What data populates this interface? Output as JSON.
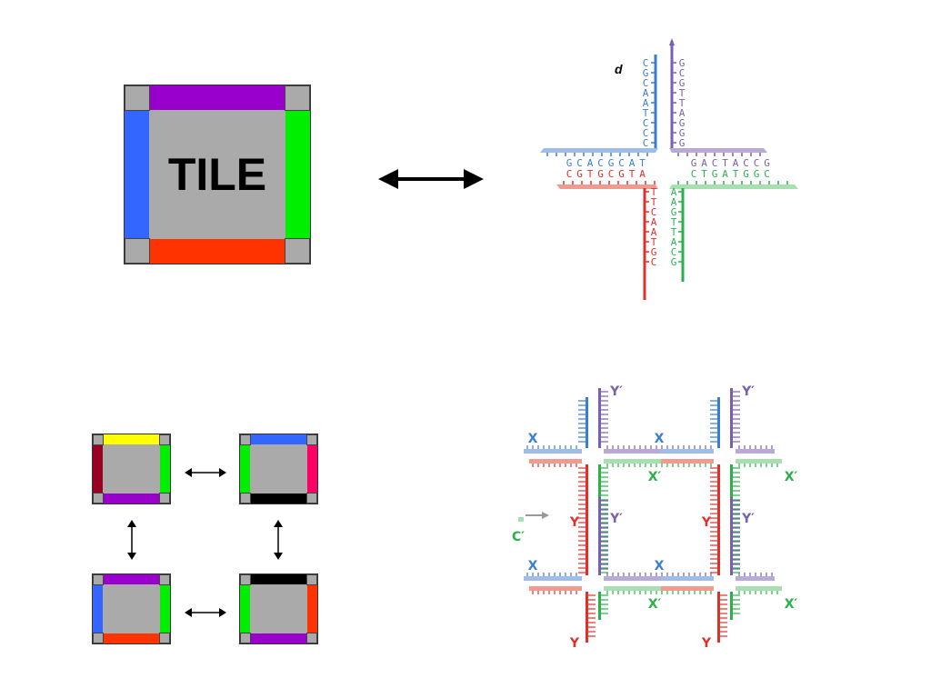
{
  "tile": {
    "label": "TILE",
    "colors": {
      "top": "#9900cc",
      "bottom": "#ff3300",
      "left": "#3366ff",
      "right": "#00ee00",
      "body": "#aaaaaa"
    }
  },
  "dna_top": {
    "panel_letter": "d",
    "top_left_strand": [
      "C",
      "G",
      "C",
      "A",
      "A",
      "T",
      "C",
      "C",
      "C"
    ],
    "top_right_strand": [
      "G",
      "C",
      "G",
      "T",
      "T",
      "A",
      "G",
      "G",
      "G"
    ],
    "left_top_row": "GCACGCAT",
    "left_bottom_row": "CGTGCGTA",
    "right_top_row": "GACTACCG",
    "right_bottom_row": "CTGATGGC",
    "bottom_left_strand": [
      "T",
      "T",
      "C",
      "A",
      "A",
      "T",
      "G",
      "C"
    ],
    "bottom_right_strand": [
      "A",
      "A",
      "G",
      "T",
      "T",
      "A",
      "C",
      "G"
    ],
    "colors": {
      "blue": "#3a7fcf",
      "purple": "#7a5fb0",
      "red": "#e0302a",
      "green": "#2db04b"
    }
  },
  "small_tiles": [
    {
      "top": "#ffff00",
      "bottom": "#9900cc",
      "left": "#990022",
      "right": "#00ee00"
    },
    {
      "top": "#3366ff",
      "bottom": "#000000",
      "left": "#00ee00",
      "right": "#ff0066"
    },
    {
      "top": "#9900cc",
      "bottom": "#ff3300",
      "left": "#3366ff",
      "right": "#00ee00"
    },
    {
      "top": "#000000",
      "bottom": "#9900cc",
      "left": "#00ee00",
      "right": "#ff3300"
    }
  ],
  "lattice": {
    "labels": {
      "x": "X",
      "x_prime": "X′",
      "y": "Y",
      "y_prime": "Y′",
      "partial": "C′"
    }
  }
}
